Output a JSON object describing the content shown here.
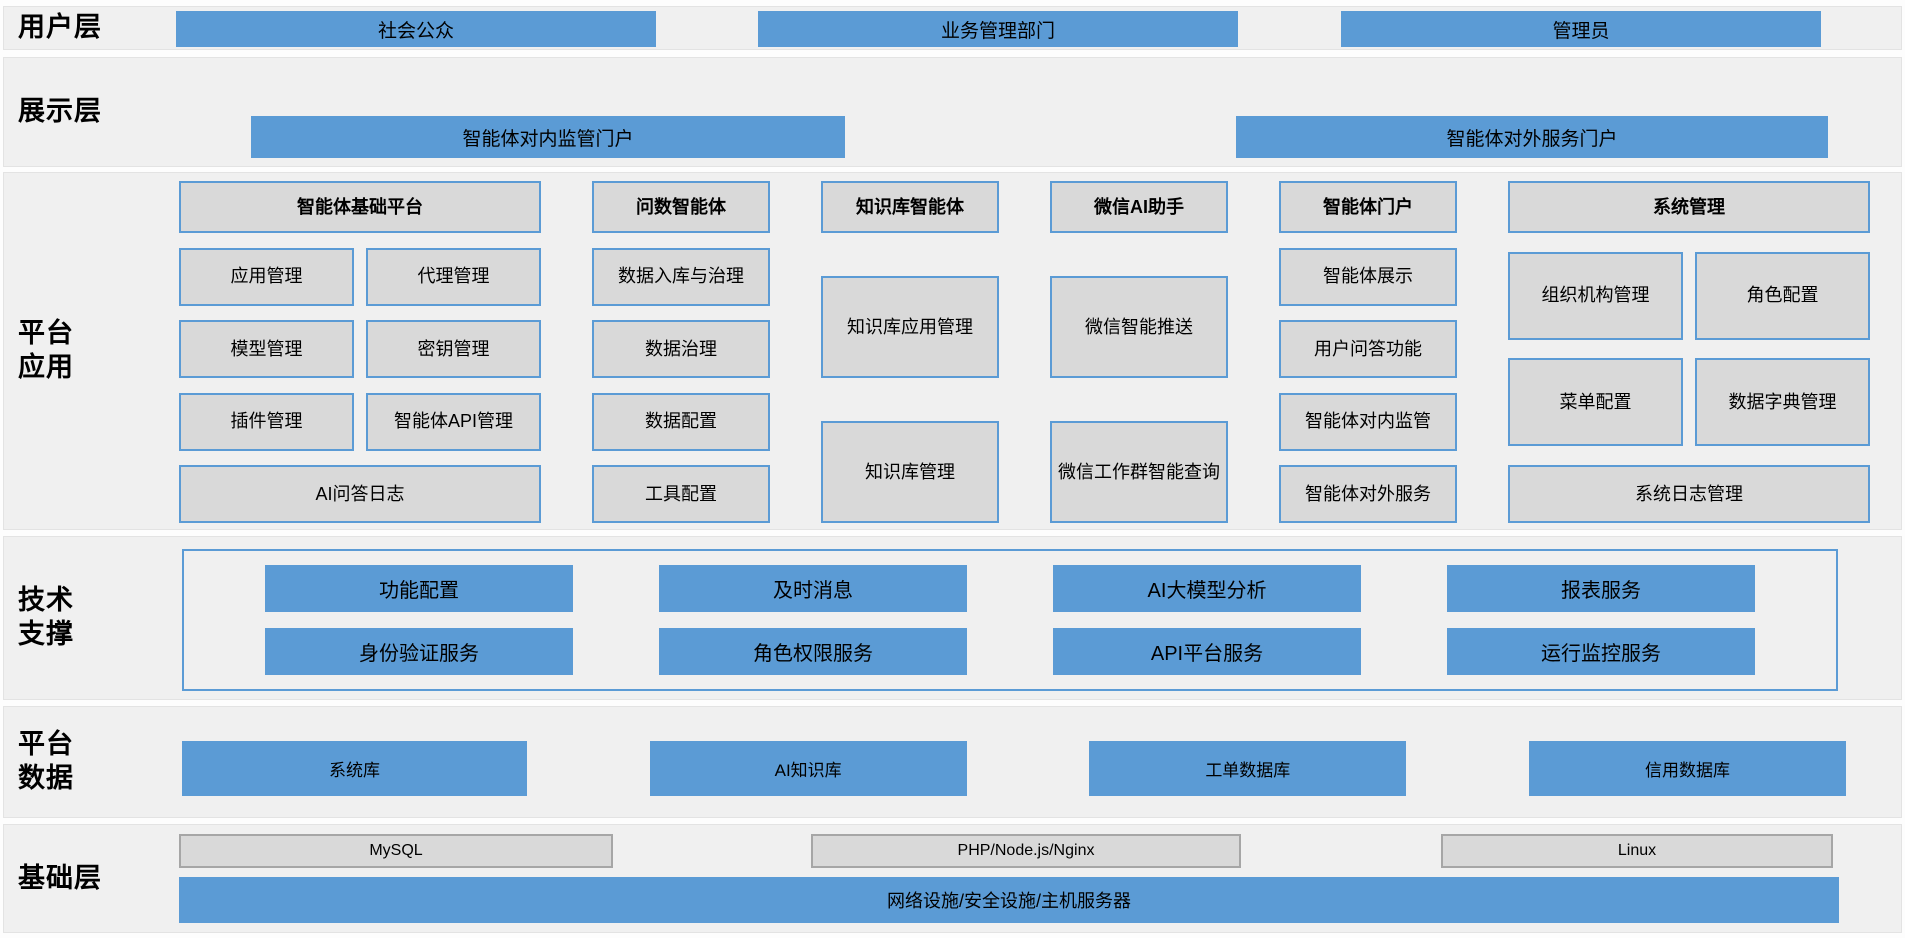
{
  "colors": {
    "accent_blue": "#5b9bd5",
    "box_gray": "#d9d9d9",
    "band_bg": "#f0f0f0",
    "base_box_border": "#a6a6a6"
  },
  "layers": {
    "user": {
      "label": "用户层",
      "items": [
        "社会公众",
        "业务管理部门",
        "管理员"
      ]
    },
    "display": {
      "label": "展示层",
      "items": [
        "智能体对内监管门户",
        "智能体对外服务门户"
      ]
    },
    "platform_app": {
      "label_line1": "平台",
      "label_line2": "应用",
      "columns": [
        {
          "header": "智能体基础平台",
          "items": [
            "应用管理",
            "代理管理",
            "模型管理",
            "密钥管理",
            "插件管理",
            "智能体API管理",
            "AI问答日志"
          ]
        },
        {
          "header": "问数智能体",
          "items": [
            "数据入库与治理",
            "数据治理",
            "数据配置",
            "工具配置"
          ]
        },
        {
          "header": "知识库智能体",
          "items": [
            "知识库应用管理",
            "知识库管理"
          ]
        },
        {
          "header": "微信AI助手",
          "items": [
            "微信智能推送",
            "微信工作群智能查询"
          ]
        },
        {
          "header": "智能体门户",
          "items": [
            "智能体展示",
            "用户问答功能",
            "智能体对内监管",
            "智能体对外服务"
          ]
        },
        {
          "header": "系统管理",
          "items": [
            "组织机构管理",
            "角色配置",
            "菜单配置",
            "数据字典管理",
            "系统日志管理"
          ]
        }
      ]
    },
    "tech_support": {
      "label_line1": "技术",
      "label_line2": "支撑",
      "row1": [
        "功能配置",
        "及时消息",
        "AI大模型分析",
        "报表服务"
      ],
      "row2": [
        "身份验证服务",
        "角色权限服务",
        "API平台服务",
        "运行监控服务"
      ]
    },
    "platform_data": {
      "label_line1": "平台",
      "label_line2": "数据",
      "items": [
        "系统库",
        "AI知识库",
        "工单数据库",
        "信用数据库"
      ]
    },
    "base": {
      "label": "基础层",
      "stack_items": [
        "MySQL",
        "PHP/Node.js/Nginx",
        "Linux"
      ],
      "infrastructure": "网络设施/安全设施/主机服务器"
    }
  }
}
